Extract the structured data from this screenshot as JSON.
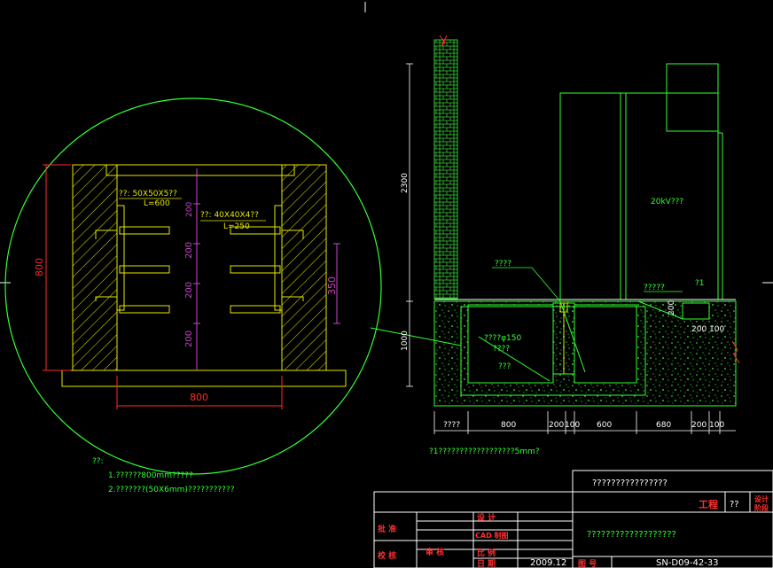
{
  "detail": {
    "label_angle_50": "??: 50X50X5??",
    "label_l600": "L=600",
    "label_angle_40": "??: 40X40X4??",
    "label_l250": "L=250",
    "dim_height": "800",
    "dim_width": "800",
    "dim_spacing": [
      "200",
      "200",
      "200",
      "200"
    ],
    "dim_350": "350"
  },
  "section": {
    "dim_2300": "2300",
    "dim_1000": "1000",
    "dim_bottom": [
      "????",
      "800",
      "200",
      "100",
      "600",
      "680",
      "200",
      "100"
    ],
    "label_cabinet": "20kV???",
    "label_1": "????",
    "label_pipe": "????φ150",
    "label_pipe2": "????",
    "label_3": "???",
    "label_4": "?????",
    "label_5": "?1",
    "dim_200a": "200",
    "dim_200b": "200",
    "dim_100": "100",
    "note_under": "?1??????????????????5mm?"
  },
  "notes": {
    "title": "??:",
    "line1": "1.??????800mm?????",
    "line2": "2.???????(50X6mm)???????????"
  },
  "titleblock": {
    "project_name": "????????????????",
    "gongcheng": "工程",
    "qq": "??",
    "design_stage": "设计",
    "design_stage2": "阶段",
    "drawing_title": "???????????????????",
    "row_labels": [
      "批 准",
      "审 核",
      "校 核"
    ],
    "col_labels": [
      "设 计",
      "CAD 制图",
      "比 例",
      "日 期"
    ],
    "date": "2009.12",
    "tuhao": "图 号",
    "drawing_no": "SN-D09-42-33"
  }
}
